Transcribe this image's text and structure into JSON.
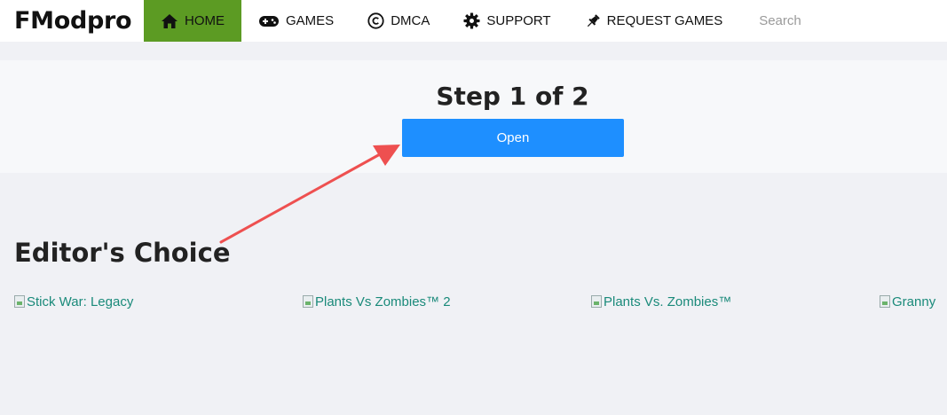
{
  "header": {
    "logo": "FModpro",
    "nav": [
      {
        "label": "HOME",
        "icon": "home-icon",
        "active": true
      },
      {
        "label": "GAMES",
        "icon": "gamepad-icon",
        "active": false
      },
      {
        "label": "DMCA",
        "icon": "copyright-icon",
        "active": false
      },
      {
        "label": "SUPPORT",
        "icon": "gear-icon",
        "active": false
      },
      {
        "label": "REQUEST GAMES",
        "icon": "pin-icon",
        "active": false
      }
    ],
    "search_placeholder": "Search"
  },
  "step": {
    "title": "Step 1 of 2",
    "button_label": "Open"
  },
  "editors_choice": {
    "title": "Editor's Choice",
    "games": [
      {
        "name": "Stick War: Legacy"
      },
      {
        "name": "Plants Vs Zombies™ 2"
      },
      {
        "name": "Plants Vs. Zombies™"
      },
      {
        "name": "Granny"
      }
    ]
  },
  "colors": {
    "active_nav": "#5c9b23",
    "button": "#1e8fff",
    "arrow": "#ee5050",
    "link": "#1a8a7a"
  }
}
